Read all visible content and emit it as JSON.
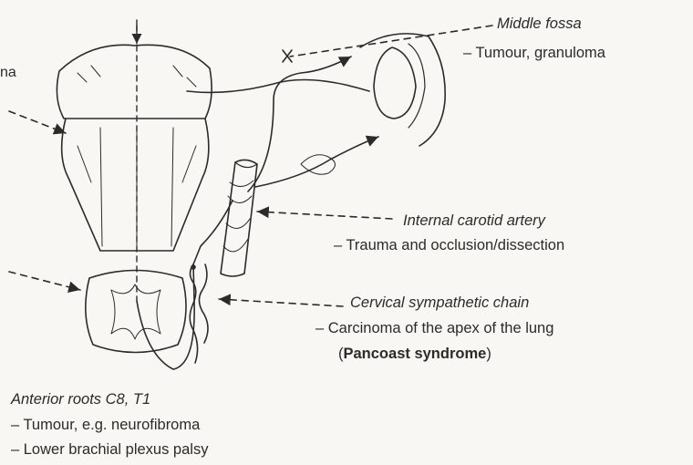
{
  "labels": {
    "left_fragment": "na",
    "middle_fossa": {
      "title": "Middle fossa",
      "item": "–  Tumour, granuloma"
    },
    "internal_carotid": {
      "title": "Internal carotid artery",
      "item": "–  Trauma and occlusion/dissection"
    },
    "cervical_chain": {
      "title": "Cervical sympathetic chain",
      "item": "–  Carcinoma of the apex of the lung",
      "item2_open": "(",
      "item2_bold": "Pancoast syndrome",
      "item2_close": ")"
    },
    "anterior_roots": {
      "title": "Anterior roots C8, T1",
      "item1": "–  Tumour, e.g. neurofibroma",
      "item2": "–  Lower brachial plexus palsy"
    }
  },
  "colors": {
    "ink": "#2b2b2b",
    "paper": "#f8f7f3"
  }
}
